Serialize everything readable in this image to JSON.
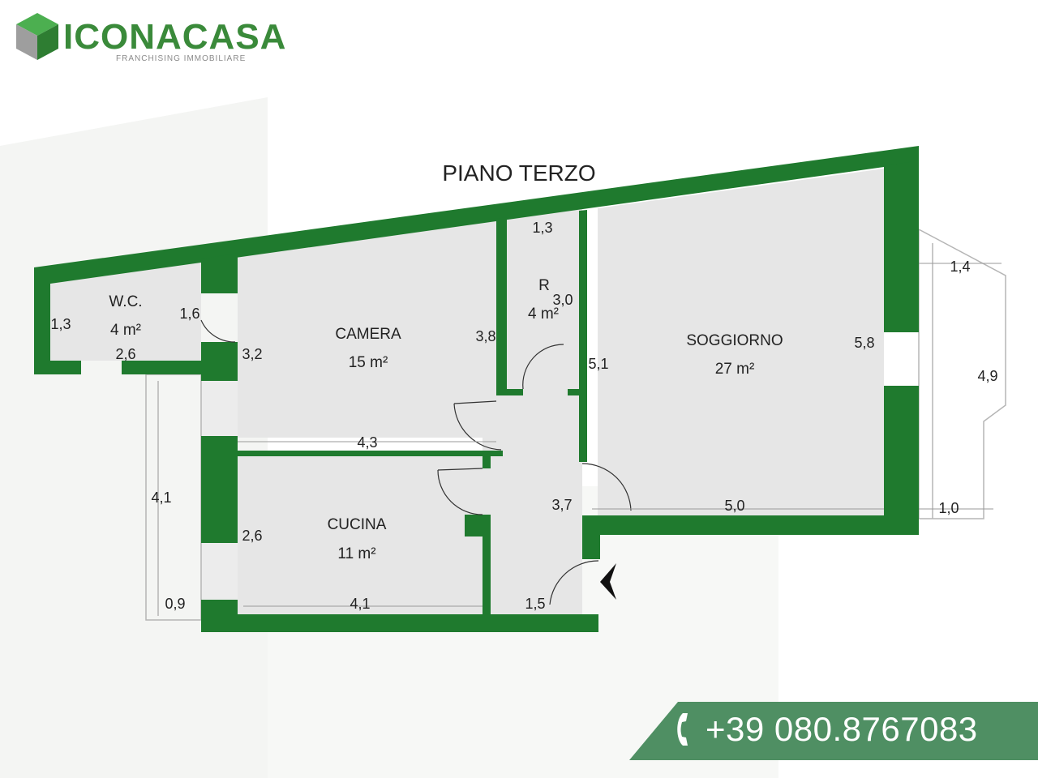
{
  "brand": {
    "name": "ICONACASA",
    "tagline": "FRANCHISING IMMOBILIARE",
    "accent_color": "#2e7d32",
    "logo_icon": "cube-logo-icon"
  },
  "floor_plan": {
    "title": "PIANO TERZO",
    "rooms": [
      {
        "name": "W.C.",
        "area": "4 m²"
      },
      {
        "name": "CAMERA",
        "area": "15 m²"
      },
      {
        "name": "R",
        "area": "4 m²"
      },
      {
        "name": "SOGGIORNO",
        "area": "27 m²"
      },
      {
        "name": "CUCINA",
        "area": "11 m²"
      }
    ],
    "dimensions": {
      "wc_height": "1,3",
      "wc_width": "2,6",
      "wc_door": "1,6",
      "camera_left": "3,2",
      "camera_right": "3,8",
      "camera_bottom": "4,3",
      "r_top": "1,3",
      "r_height": "3,0",
      "soggiorno_left": "5,1",
      "soggiorno_right": "5,8",
      "soggiorno_bottom": "5,0",
      "balcony_top": "1,4",
      "balcony_side": "4,9",
      "balcony_bottom": "1,0",
      "left_balcony_height": "4,1",
      "left_balcony_width": "0,9",
      "cucina_left": "2,6",
      "cucina_bottom": "4,1",
      "hall_height": "3,7",
      "hall_bottom": "1,5"
    },
    "wall_color": "#1f7a2e",
    "floor_color": "#e6e6e6"
  },
  "contact": {
    "phone": "+39 080.8767083",
    "phone_icon": "phone-icon",
    "box_color": "#4f8f63"
  }
}
